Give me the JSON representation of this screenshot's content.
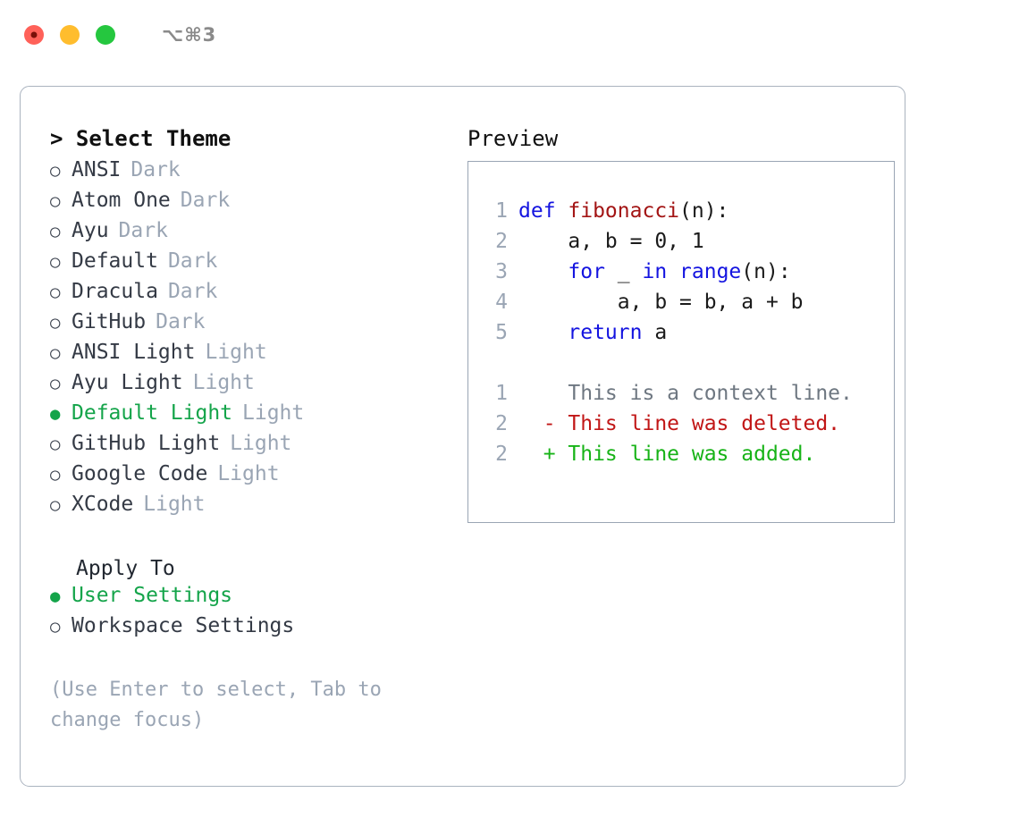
{
  "titlebar": {
    "shortcut": "⌥⌘3",
    "lights": [
      "close",
      "minimize",
      "maximize"
    ]
  },
  "theme_panel": {
    "heading": "> Select Theme",
    "options": [
      {
        "bullet": "○",
        "label": "ANSI",
        "tag": "Dark",
        "selected": false
      },
      {
        "bullet": "○",
        "label": "Atom One",
        "tag": "Dark",
        "selected": false
      },
      {
        "bullet": "○",
        "label": "Ayu",
        "tag": "Dark",
        "selected": false
      },
      {
        "bullet": "○",
        "label": "Default",
        "tag": "Dark",
        "selected": false
      },
      {
        "bullet": "○",
        "label": "Dracula",
        "tag": "Dark",
        "selected": false
      },
      {
        "bullet": "○",
        "label": "GitHub",
        "tag": "Dark",
        "selected": false
      },
      {
        "bullet": "○",
        "label": "ANSI Light",
        "tag": "Light",
        "selected": false
      },
      {
        "bullet": "○",
        "label": "Ayu Light",
        "tag": "Light",
        "selected": false
      },
      {
        "bullet": "●",
        "label": "Default Light",
        "tag": "Light",
        "selected": true
      },
      {
        "bullet": "○",
        "label": "GitHub Light",
        "tag": "Light",
        "selected": false
      },
      {
        "bullet": "○",
        "label": "Google Code",
        "tag": "Light",
        "selected": false
      },
      {
        "bullet": "○",
        "label": "XCode",
        "tag": "Light",
        "selected": false
      }
    ],
    "apply_to": {
      "heading": "Apply To",
      "options": [
        {
          "bullet": "●",
          "label": "User Settings",
          "selected": true
        },
        {
          "bullet": "○",
          "label": "Workspace Settings",
          "selected": false
        }
      ]
    },
    "hint": "(Use Enter to select, Tab to change focus)"
  },
  "preview_panel": {
    "heading": "Preview",
    "code_lines": [
      {
        "no": "1",
        "indent": "",
        "tokens": [
          {
            "text": "def ",
            "style": "kw"
          },
          {
            "text": "fibonacci",
            "style": "fn"
          },
          {
            "text": "(n):",
            "style": "plain"
          }
        ]
      },
      {
        "no": "2",
        "indent": "    ",
        "tokens": [
          {
            "text": "a, b = 0, 1",
            "style": "plain"
          }
        ]
      },
      {
        "no": "3",
        "indent": "    ",
        "tokens": [
          {
            "text": "for ",
            "style": "kw"
          },
          {
            "text": "_ ",
            "style": "plain"
          },
          {
            "text": "in ",
            "style": "kw"
          },
          {
            "text": "range",
            "style": "kw"
          },
          {
            "text": "(n):",
            "style": "plain"
          }
        ]
      },
      {
        "no": "4",
        "indent": "        ",
        "tokens": [
          {
            "text": "a, b = b, a + b",
            "style": "plain"
          }
        ]
      },
      {
        "no": "5",
        "indent": "    ",
        "tokens": [
          {
            "text": "return ",
            "style": "kw"
          },
          {
            "text": "a",
            "style": "plain"
          }
        ]
      }
    ],
    "diff_lines": [
      {
        "no": "1",
        "marker": "  ",
        "text": "This is a context line.",
        "kind": "ctx"
      },
      {
        "no": "2",
        "marker": "- ",
        "text": "This line was deleted.",
        "kind": "del"
      },
      {
        "no": "2",
        "marker": "+ ",
        "text": "This line was added.",
        "kind": "add"
      }
    ]
  },
  "colors": {
    "accent_green": "#14a44a",
    "muted": "#9aa5b4",
    "keyword_blue": "#1414e0",
    "function_red": "#a31515",
    "diff_delete": "#c11616",
    "diff_add": "#17b317",
    "border": "#aab3bf"
  }
}
